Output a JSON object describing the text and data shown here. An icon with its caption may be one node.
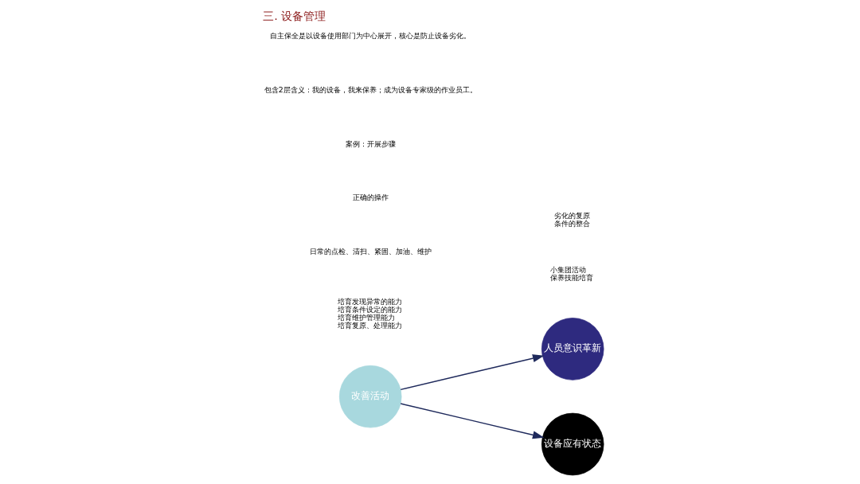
{
  "diagram": {
    "title": "三. 设备管理",
    "nodes": [
      {
        "text": [
          "人员意识革新"
        ],
        "beside": [
          "小集团活动",
          "保养技能培育"
        ]
      },
      {
        "text": [
          "改善活动"
        ],
        "beside": [
          "培育发现异常的能力",
          "培育条件设定的能力",
          "培育维护管理能力",
          "培育复原、处理能力"
        ]
      },
      {
        "text": [
          "设备应有状态"
        ],
        "beside": [
          "劣化的复原",
          "条件的整合"
        ]
      }
    ],
    "edges": [
      {
        "from": 1,
        "to": 0,
        "arrow": "to"
      },
      {
        "from": 1,
        "to": 2,
        "arrow": "to"
      }
    ],
    "labels": [
      "自主保全是以设备使用部门为中心展开，核心是防止设备劣化。",
      "包含2层含义：我的设备，我来保养；成为设备专家级的作业员工。",
      "案例：开展步骤",
      "正确的操作",
      "日常的点检、清扫、紧固、加油、维护"
    ]
  }
}
